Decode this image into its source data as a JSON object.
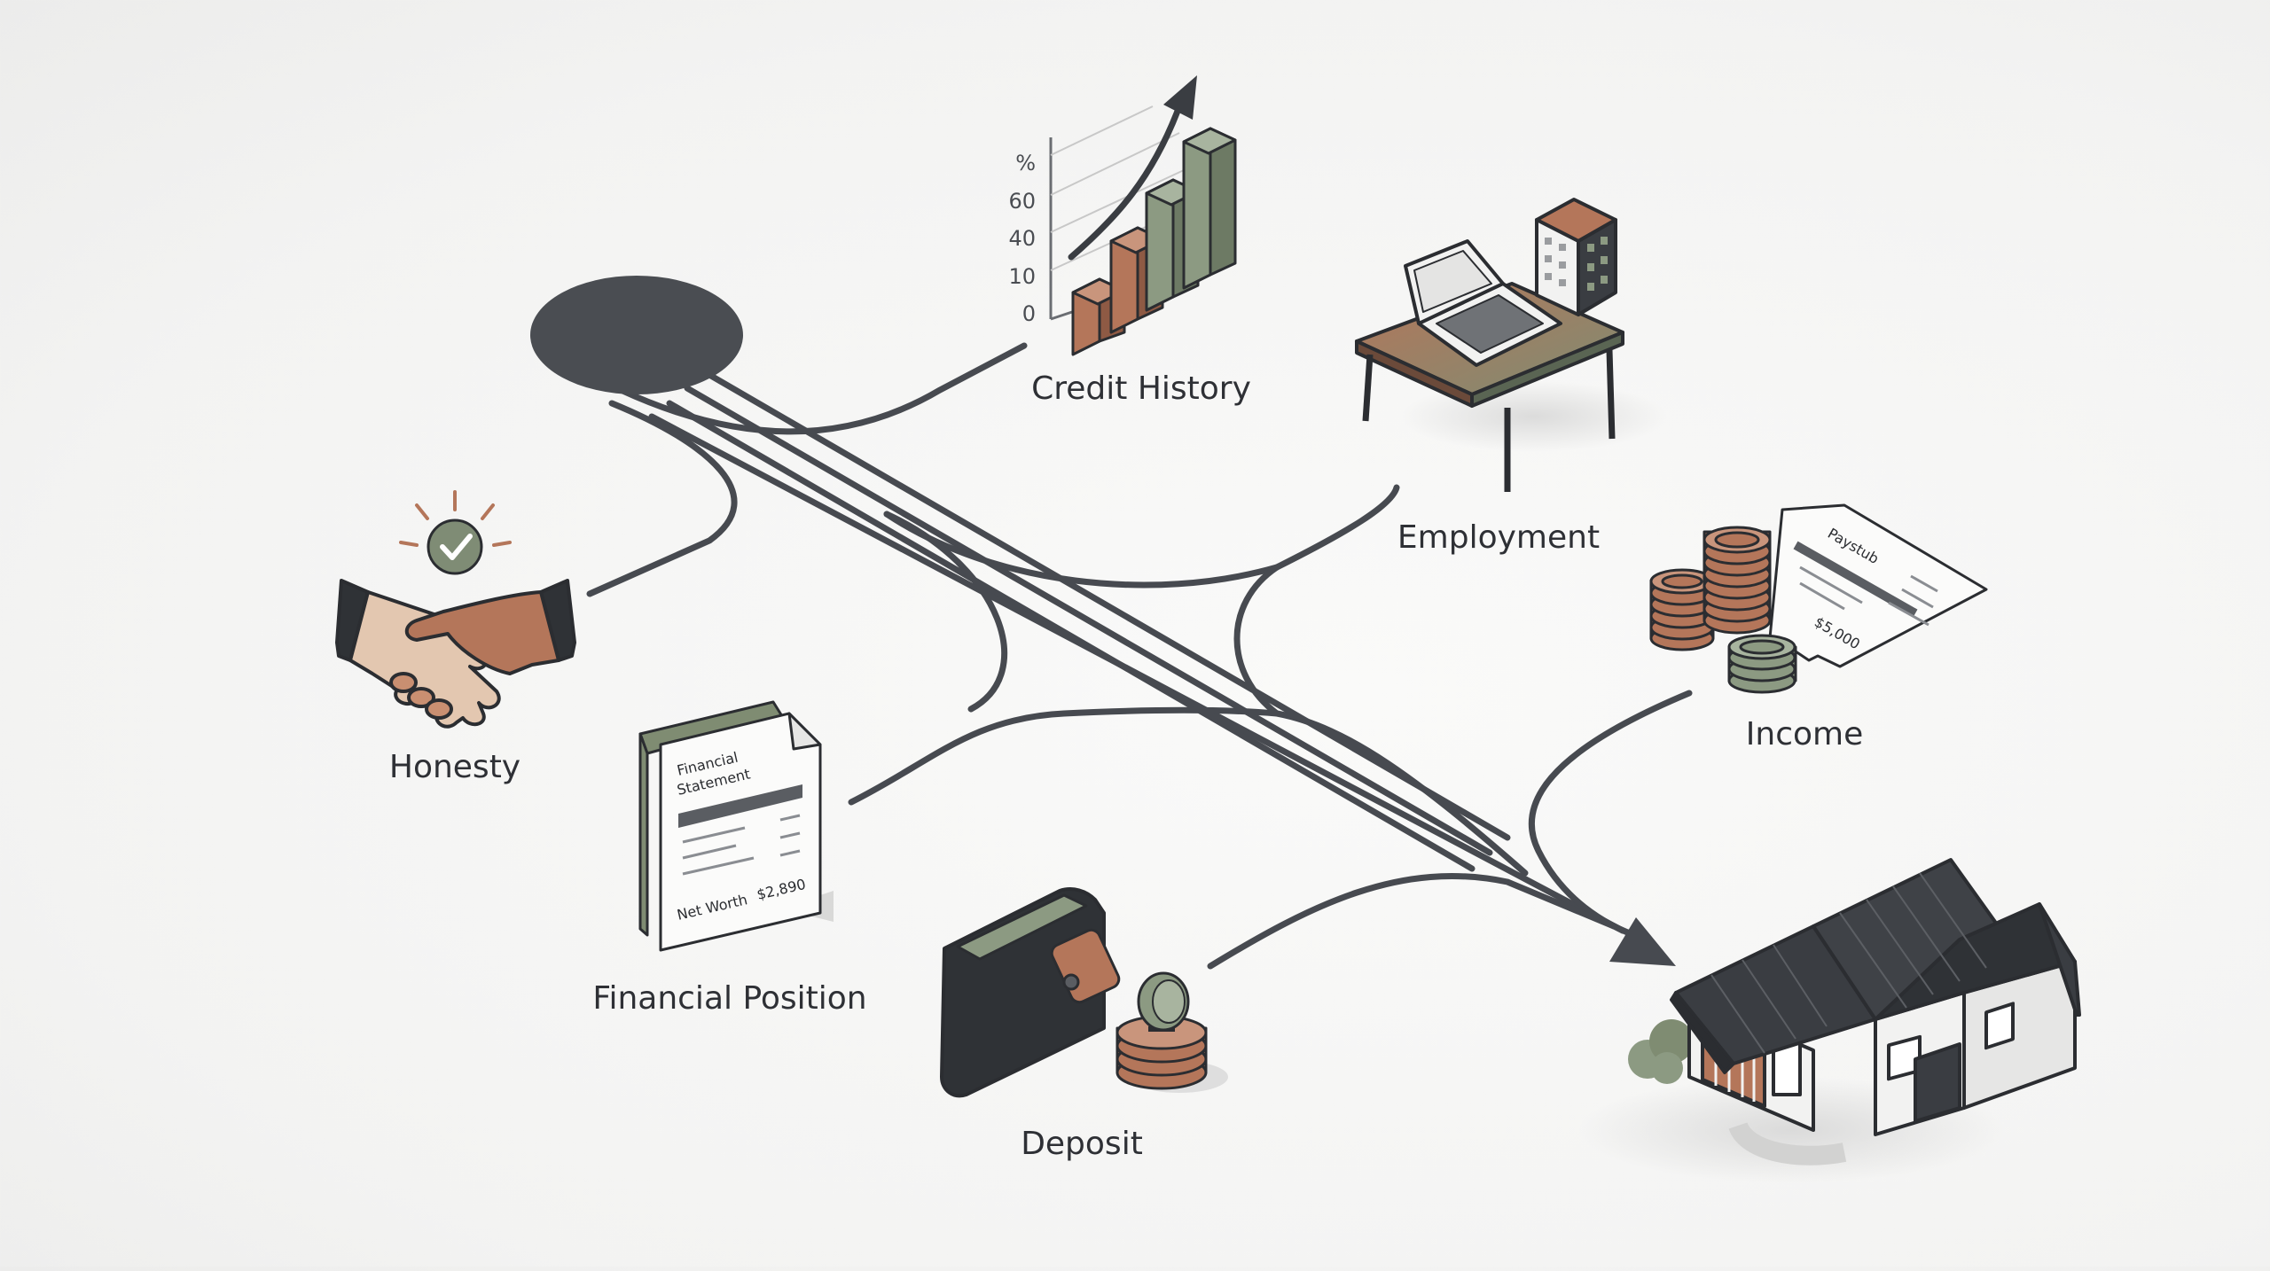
{
  "nodes": {
    "credit_history": {
      "label": "Credit History",
      "chart_ticks": [
        "%",
        "60",
        "40",
        "10",
        "0"
      ]
    },
    "employment": {
      "label": "Employment"
    },
    "honesty": {
      "label": "Honesty"
    },
    "income": {
      "label": "Income",
      "paystub_title": "Paystub",
      "paystub_amount": "$5,000"
    },
    "financial_position": {
      "label": "Financial Position",
      "doc_title_line1": "Financial",
      "doc_title_line2": "Statement",
      "doc_footer_label": "Net Worth",
      "doc_footer_value": "$2,890"
    },
    "deposit": {
      "label": "Deposit"
    }
  },
  "colors": {
    "line": "#474a50",
    "terracotta": "#b4765a",
    "sage": "#8c9a82",
    "charcoal": "#33363b",
    "check_badge": "#7f8c75"
  }
}
